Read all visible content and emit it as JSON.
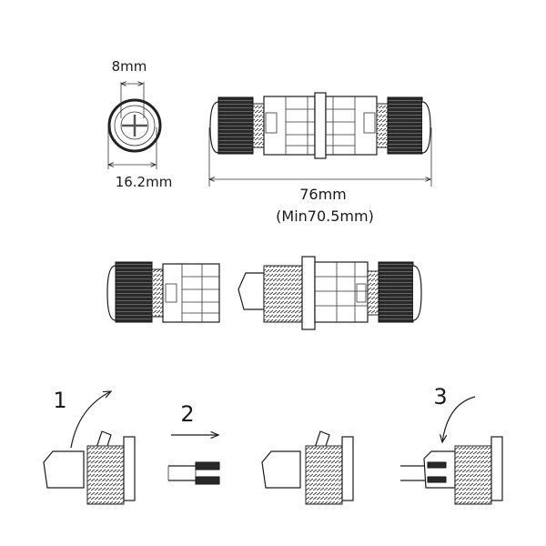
{
  "dimensions": {
    "inner_diameter": "8mm",
    "outer_diameter": "16.2mm",
    "length": "76mm",
    "min_length": "(Min70.5mm)"
  },
  "steps": [
    {
      "number": "1"
    },
    {
      "number": "2"
    },
    {
      "number": "3"
    }
  ],
  "colors": {
    "line": "#1a1a1a",
    "nut": "#2a2a2a",
    "background": "#ffffff"
  }
}
